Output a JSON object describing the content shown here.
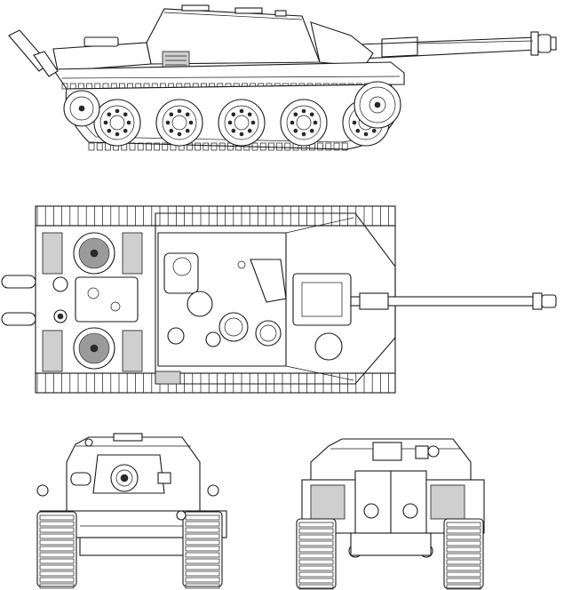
{
  "drawing": {
    "subject": "tank-destroyer-blueprint",
    "views": [
      {
        "id": "side",
        "name": "side-view"
      },
      {
        "id": "top",
        "name": "top-view"
      },
      {
        "id": "front",
        "name": "front-view"
      },
      {
        "id": "rear",
        "name": "rear-view"
      }
    ],
    "colors": {
      "line": "#1a1a1a",
      "background": "#ffffff",
      "shade": "#9a9a9a",
      "dark": "#2a2a2a"
    },
    "side_view": {
      "road_wheels": 5,
      "track_links": 64
    },
    "top_view": {
      "hatches": 3,
      "exhaust_pipes": 2
    }
  }
}
